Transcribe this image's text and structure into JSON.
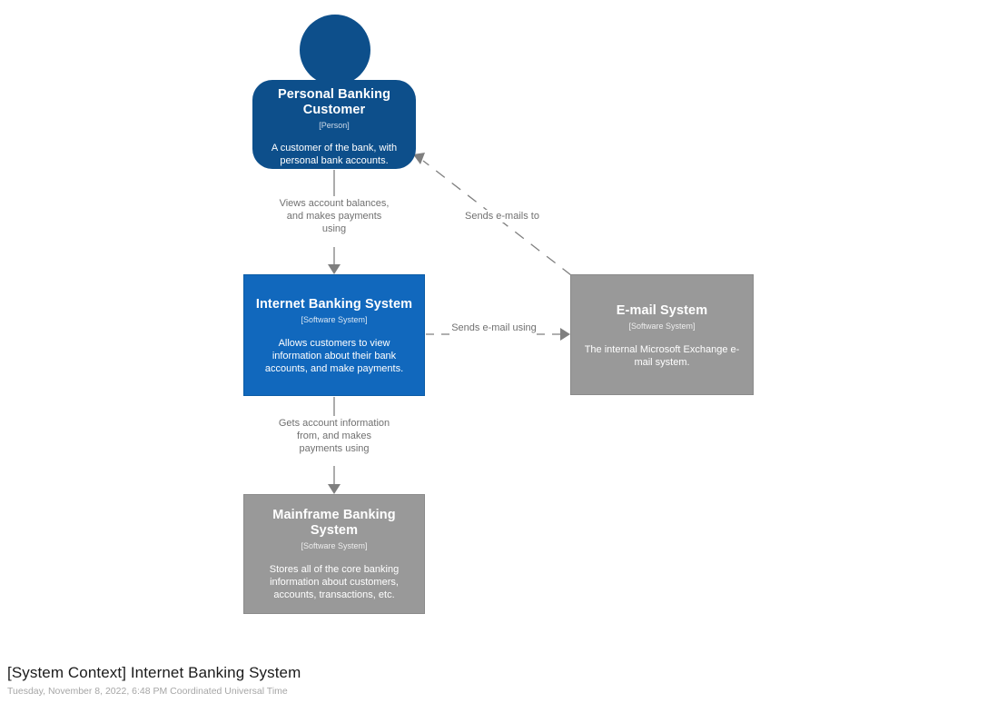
{
  "diagram": {
    "kind": "c4-system-context",
    "nodes": [
      {
        "id": "personal-banking-customer",
        "name": "Personal Banking Customer",
        "type_label": "[Person]",
        "description": "A customer of the bank, with personal bank accounts.",
        "shape": "person",
        "color": "#0d4f8b"
      },
      {
        "id": "internet-banking-system",
        "name": "Internet Banking System",
        "type_label": "[Software System]",
        "description": "Allows customers to view information about their bank accounts, and make payments.",
        "shape": "box",
        "color": "#1168bd"
      },
      {
        "id": "email-system",
        "name": "E-mail System",
        "type_label": "[Software System]",
        "description": "The internal Microsoft Exchange e-mail system.",
        "shape": "box",
        "color": "#999999"
      },
      {
        "id": "mainframe-banking-system",
        "name": "Mainframe Banking System",
        "type_label": "[Software System]",
        "description": "Stores all of the core banking information about customers, accounts, transactions, etc.",
        "shape": "box",
        "color": "#999999"
      }
    ],
    "edges": [
      {
        "id": "customer-to-internet-banking",
        "from": "personal-banking-customer",
        "to": "internet-banking-system",
        "label": "Views account balances, and makes payments using",
        "style": "solid"
      },
      {
        "id": "internet-banking-to-email",
        "from": "internet-banking-system",
        "to": "email-system",
        "label": "Sends e-mail using",
        "style": "dashed"
      },
      {
        "id": "email-to-customer",
        "from": "email-system",
        "to": "personal-banking-customer",
        "label": "Sends e-mails to",
        "style": "dashed"
      },
      {
        "id": "internet-banking-to-mainframe",
        "from": "internet-banking-system",
        "to": "mainframe-banking-system",
        "label": "Gets account information from, and makes payments using",
        "style": "solid"
      }
    ],
    "colors": {
      "person": "#0d4f8b",
      "primary_system": "#1168bd",
      "external_system": "#999999",
      "edge": "#7f7f7f",
      "label_text": "#707070"
    }
  },
  "footer": {
    "title": "[System Context] Internet Banking System",
    "subtitle": "Tuesday, November 8, 2022, 6:48 PM Coordinated Universal Time"
  }
}
